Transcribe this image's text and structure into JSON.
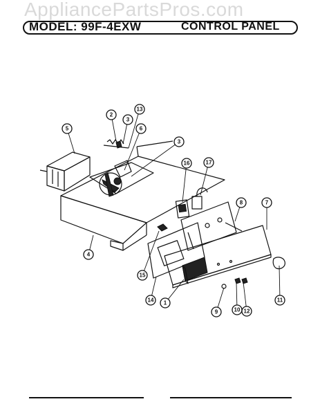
{
  "watermark": "AppliancePartsPros.com",
  "header": {
    "model": "MODEL: 99F-4EXW",
    "section": "CONTROL PANEL"
  },
  "callouts": [
    {
      "id": "c1",
      "label": "1"
    },
    {
      "id": "c2",
      "label": "2"
    },
    {
      "id": "c3a",
      "label": "3"
    },
    {
      "id": "c3b",
      "label": "3"
    },
    {
      "id": "c4",
      "label": "4"
    },
    {
      "id": "c5",
      "label": "5"
    },
    {
      "id": "c6",
      "label": "6"
    },
    {
      "id": "c7",
      "label": "7"
    },
    {
      "id": "c8",
      "label": "8"
    },
    {
      "id": "c9",
      "label": "9"
    },
    {
      "id": "c10",
      "label": "10"
    },
    {
      "id": "c11",
      "label": "11"
    },
    {
      "id": "c12",
      "label": "12"
    },
    {
      "id": "c13",
      "label": "13"
    },
    {
      "id": "c14",
      "label": "14"
    },
    {
      "id": "c15",
      "label": "15"
    },
    {
      "id": "c16",
      "label": "16"
    },
    {
      "id": "c17",
      "label": "17"
    }
  ]
}
